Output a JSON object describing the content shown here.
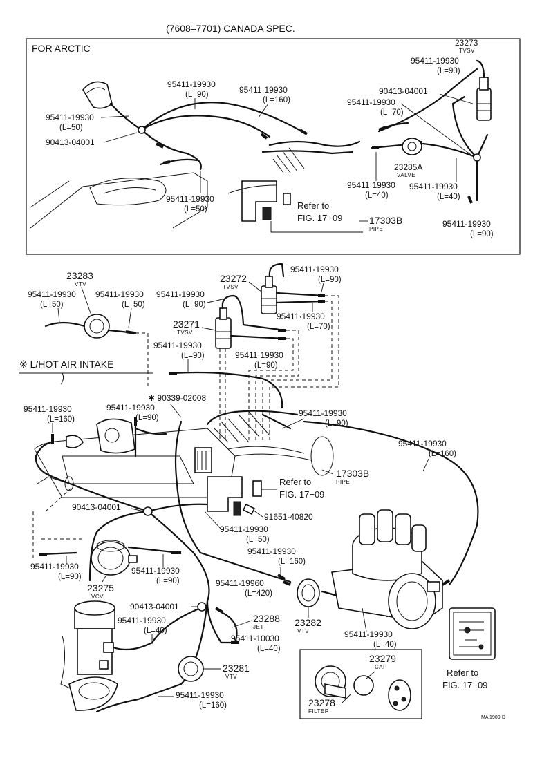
{
  "header": {
    "title": "(7608–7701) CANADA SPEC."
  },
  "arctic": {
    "title": "FOR ARCTIC",
    "tvsv_23273": {
      "pn": "23273",
      "sub": "TVSV"
    },
    "valve_23285A": {
      "pn": "23285A",
      "sub": "VALVE"
    },
    "pipe_17303B": {
      "pn": "17303B",
      "sub": "PIPE",
      "refer_line1": "Refer to",
      "refer_line2": "FIG. 17−09"
    },
    "tee_a": "90413-04001",
    "tee_b": "90413-04001",
    "hoses": [
      {
        "pn": "95411-19930",
        "len": "(L=90)"
      },
      {
        "pn": "95411·19930",
        "len": "(L=160)"
      },
      {
        "pn": "95411-19930",
        "len": "(L=50)"
      },
      {
        "pn": "95411-19930",
        "len": "(L=50)"
      },
      {
        "pn": "95411-19930",
        "len": "(L=90)"
      },
      {
        "pn": "95411-19930",
        "len": "(L=70)"
      },
      {
        "pn": "95411·19930",
        "len": "(L=40)"
      },
      {
        "pn": "95411-19930",
        "len": "(L=40)"
      },
      {
        "pn": "95411-19930",
        "len": "(L=90)"
      }
    ]
  },
  "main": {
    "vtv_23283": {
      "pn": "23283",
      "sub": "VTV"
    },
    "tvsv_23272": {
      "pn": "23272",
      "sub": "TVSV"
    },
    "tvsv_23271": {
      "pn": "23271",
      "sub": "TVSV"
    },
    "hot_air": "※ L/HOT AIR INTAKE",
    "clip": "✱ 90339-02008",
    "pipe_17303B": {
      "pn": "17303B",
      "sub": "PIPE",
      "refer_line1": "Refer to",
      "refer_line2": "FIG. 17−09"
    },
    "tee_c": "90413-04001",
    "tee_d": "90413-04001",
    "screw": "91651-40820",
    "vcv_23275": {
      "pn": "23275",
      "sub": "VCV"
    },
    "jet_23288": {
      "pn": "23288",
      "sub": "JET"
    },
    "vtv_23281": {
      "pn": "23281",
      "sub": "VTV"
    },
    "vtv_23282": {
      "pn": "23282",
      "sub": "VTV"
    },
    "cap_23279": {
      "pn": "23279",
      "sub": "CAP"
    },
    "filter_23278": {
      "pn": "23278",
      "sub": "FILTER"
    },
    "refer_dist": {
      "line1": "Refer to",
      "line2": "FIG. 17−09"
    },
    "code": "MA 1909-D",
    "hoses": [
      {
        "pn": "95411-19930",
        "len": "(L=50)"
      },
      {
        "pn": "95411-19930",
        "len": "(L=50)"
      },
      {
        "pn": "95411-19930",
        "len": "(L=90)"
      },
      {
        "pn": "95411-19930",
        "len": "(L=90)"
      },
      {
        "pn": "95411·19930",
        "len": "(L=70)"
      },
      {
        "pn": "95411-19930",
        "len": "(L=90)"
      },
      {
        "pn": "95411·19930",
        "len": "(L=90)"
      },
      {
        "pn": "95411-19930",
        "len": "(L=160)"
      },
      {
        "pn": "95411-19930",
        "len": "(L=90)"
      },
      {
        "pn": "95411-19930",
        "len": "(L=90)"
      },
      {
        "pn": "95411-19930",
        "len": "(L=160)"
      },
      {
        "pn": "95411-19930",
        "len": "(L=50)"
      },
      {
        "pn": "95411-19930",
        "len": "(L=90)"
      },
      {
        "pn": "95411-19930",
        "len": "(L=90)"
      },
      {
        "pn": "95411-19930",
        "len": "(L=160)"
      },
      {
        "pn": "95411-19960",
        "len": "(L=420)"
      },
      {
        "pn": "95411-19930",
        "len": "(L=40)"
      },
      {
        "pn": "95411-10030",
        "len": "(L=40)"
      },
      {
        "pn": "95411-19930",
        "len": "(L=40)"
      },
      {
        "pn": "95411-19930",
        "len": "(L=160)"
      }
    ]
  }
}
